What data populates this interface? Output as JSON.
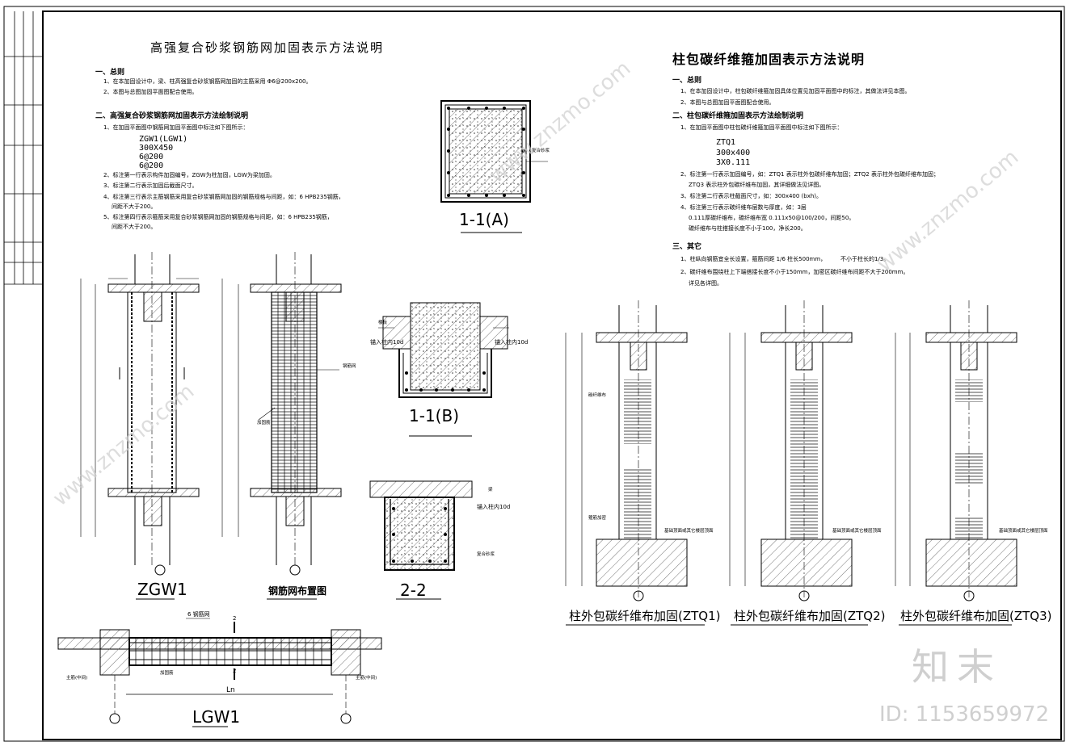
{
  "left_title": "高强复合砂浆钢筋网加固表示方法说明",
  "left_notes": {
    "s1_head": "一、总则",
    "s1_1": "1、在本加固设计中，梁、柱高强复合砂浆钢筋网加固的主筋采用 Φ6@200x200。",
    "s1_1_val": "6@200x200。",
    "s1_2": "2、本图与总图加固平面图配合使用。",
    "s2_head": "二、高强复合砂浆钢筋网加固表示方法绘制说明",
    "s2_1": "1、在加固平面图中钢筋网加固平面图中标注如下图所示：",
    "code_lines": [
      "ZGW1(LGW1)",
      "300X450",
      "6@200",
      "6@200"
    ],
    "s2_2": "2、标注第一行表示构件加固编号，ZGW为柱加固，LGW为梁加固。",
    "s2_3": "3、标注第二行表示加固后截面尺寸。",
    "s2_4": "4、标注第三行表示主筋钢筋采用复合砂浆钢筋网加固的钢筋规格与间距，如：6 HPB235钢筋，",
    "s2_4b": "间距不大于200。",
    "s2_5": "5、标注第四行表示箍筋采用复合砂浆钢筋网加固的钢筋规格与间距，如：6 HPB235钢筋，",
    "s2_5b": "间距不大于200。"
  },
  "right_title": "柱包碳纤维箍加固表示方法说明",
  "right_notes": {
    "s1_head": "一、总则",
    "s1_1": "1、在本加固设计中，柱包碳纤维箍加固具体位置见加固平面图中的标注，其做法详见本图。",
    "s1_2": "2、本图与总图加固平面图配合使用。",
    "s2_head": "二、柱包碳纤维箍加固表示方法绘制说明",
    "s2_1": "1、在加固平面图中柱包碳纤维箍加固平面图中标注如下图所示：",
    "code_lines": [
      "ZTQ1",
      "300x400",
      "3X0.111"
    ],
    "s2_2": "2、标注第一行表示加固编号，如：ZTQ1 表示柱外包碳纤维布加固；ZTQ2 表示柱外包碳纤维布加固；",
    "s2_2b": "ZTQ3 表示柱外包碳纤维布加固，其详细做法见详图。",
    "s2_3": "3、标注第二行表示柱截面尺寸，如：300x400 (bxh)。",
    "s2_4": "4、标注第三行表示碳纤维布层数与厚度，如：3层",
    "s2_4b": "0.111厚碳纤维布，碳纤维布宽 0.111x50@100/200，间距50。",
    "s2_4c": "碳纤维布与柱搭接长度不小于100，净长200。",
    "s3_head": "三、其它",
    "s3_1": "1、柱纵向钢筋宜全长设置，箍筋间距 1/6 柱长500mm，",
    "s3_1b": "不小于柱长的1/3。",
    "s3_2": "2、碳纤维布围绕柱上下端搭接长度不小于150mm，加密区碳纤维布间距不大于200mm。",
    "s3_2b": "详见各详图。"
  },
  "labels": {
    "sec_1_1_A": "1-1(A)",
    "sec_1_1_B": "1-1(B)",
    "sec_2_2": "2-2",
    "zgw1": "ZGW1",
    "mesh_layout": "钢筋网布置图",
    "lgw1": "LGW1",
    "ln": "Ln",
    "six_mesh": "6 钢筋网",
    "anchor_1": "锚入柱内10d",
    "anchor_2": "锚入柱内10d",
    "anchor_3": "锚入柱内10d",
    "ztq1": "柱外包碳纤维布加固(ZTQ1)",
    "ztq2": "柱外包碳纤维布加固(ZTQ2)",
    "ztq3": "柱外包碳纤维布加固(ZTQ3)",
    "ground_note": "基础顶面或其它楼层顶面",
    "two_mark": "2",
    "small_notes": [
      "复合砂浆",
      "钢筋网",
      "加固筋",
      "楼板",
      "梁",
      "主筋(中间)",
      "主筋(中间)",
      "加固筋",
      "复合砂浆",
      "碳纤维布",
      "箍筋加密"
    ]
  },
  "watermark": {
    "brand": "知末",
    "site": "www.znzmo.com",
    "id_text": "ID: 1153659972"
  },
  "colors": {
    "line": "#000000",
    "hatch": "#555555",
    "watermark": "#cfcfcf"
  }
}
